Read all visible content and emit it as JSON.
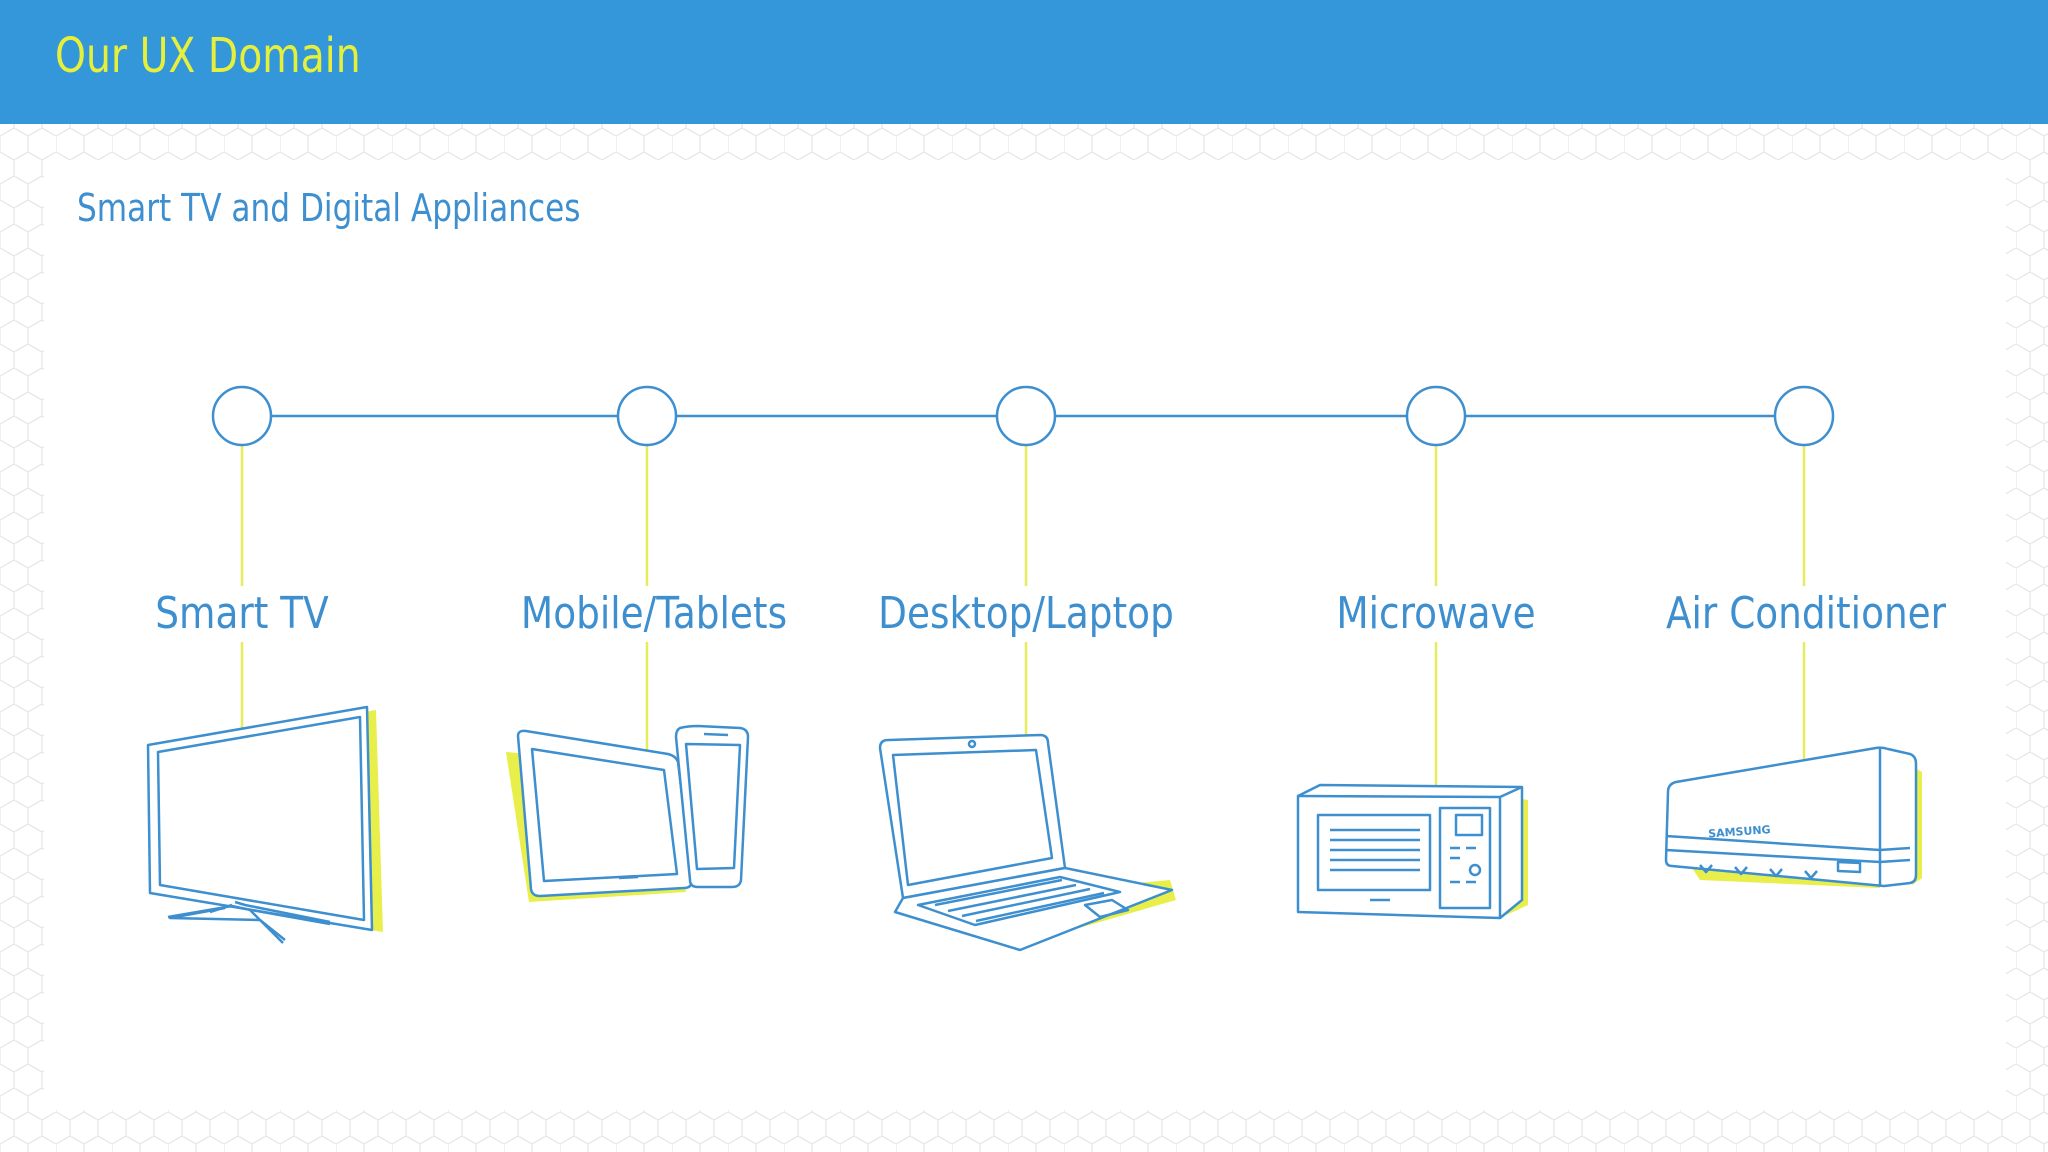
{
  "header": {
    "title": "Our UX Domain"
  },
  "subtitle": "Smart TV and Digital Appliances",
  "colors": {
    "header_bg": "#3497d9",
    "title": "#e6f03a",
    "line": "#3d8fcf",
    "connector": "#e6ec5a",
    "highlight": "#e8ef4a"
  },
  "nodes": [
    {
      "label": "Smart TV",
      "icon": "smart-tv-icon"
    },
    {
      "label": "Mobile/Tablets",
      "icon": "tablet-phone-icon"
    },
    {
      "label": "Desktop/Laptop",
      "icon": "laptop-icon"
    },
    {
      "label": "Microwave",
      "icon": "microwave-icon"
    },
    {
      "label": "Air Conditioner",
      "icon": "air-conditioner-icon",
      "brand": "SAMSUNG"
    }
  ]
}
